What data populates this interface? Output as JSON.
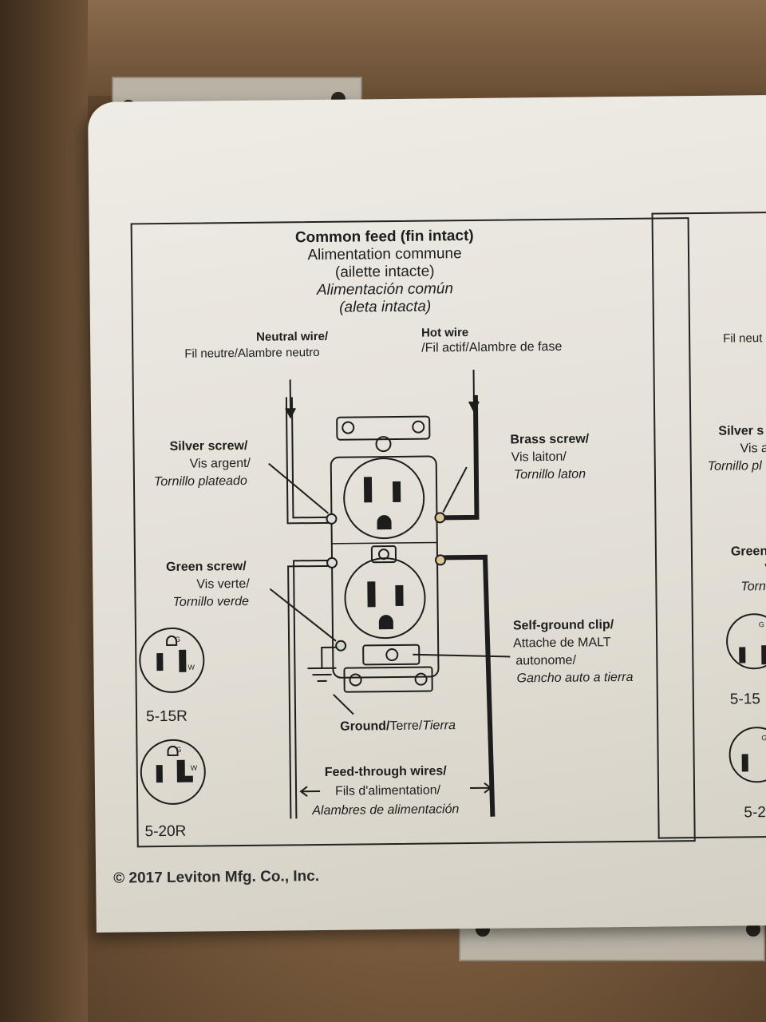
{
  "title": {
    "line1": "Common feed (fin intact)",
    "line2": "Alimentation commune",
    "line3": "(ailette intacte)",
    "line4": "Alimentación común",
    "line5": "(aleta intacta)"
  },
  "neutral_wire": {
    "en": "Neutral wire/",
    "fr_es": "Fil neutre/Alambre neutro"
  },
  "hot_wire": {
    "en": "Hot wire",
    "fr_es": "/Fil actif/Alambre de fase"
  },
  "silver_screw": {
    "en": "Silver screw/",
    "fr": "Vis argent/",
    "es": "Tornillo plateado"
  },
  "brass_screw": {
    "en": "Brass screw/",
    "fr": "Vis laiton/",
    "es": "Tornillo laton"
  },
  "green_screw": {
    "en": "Green screw/",
    "fr": "Vis verte/",
    "es": "Tornillo verde"
  },
  "self_ground_clip": {
    "en": "Self-ground clip/",
    "fr1": "Attache de MALT",
    "fr2": "autonome/",
    "es": "Gancho auto a tierra"
  },
  "ground": {
    "en": "Ground/",
    "fr": "Terre/",
    "es": "Tierra"
  },
  "feed_through": {
    "en": "Feed-through wires/",
    "fr": "Fils d'alimentation/",
    "es": "Alambres de alimentación"
  },
  "receptacle_1": {
    "label": "5-15R",
    "g": "G",
    "w": "W"
  },
  "receptacle_2": {
    "label": "5-20R",
    "g": "G",
    "w": "W"
  },
  "copyright": "© 2017 Leviton Mfg. Co., Inc.",
  "right_panel": {
    "neutral": "Fil neut",
    "silver1": "Silver s",
    "silver2": "Vis a",
    "silver3": "Tornillo pl",
    "green1": "Green",
    "green2": "V",
    "green3": "Torni",
    "r1": "5-15",
    "r2": "5-2",
    "g": "G"
  },
  "colors": {
    "paper": "#e9e6df",
    "ink": "#1d1d1d",
    "cardboard": "#7a5c3e"
  }
}
